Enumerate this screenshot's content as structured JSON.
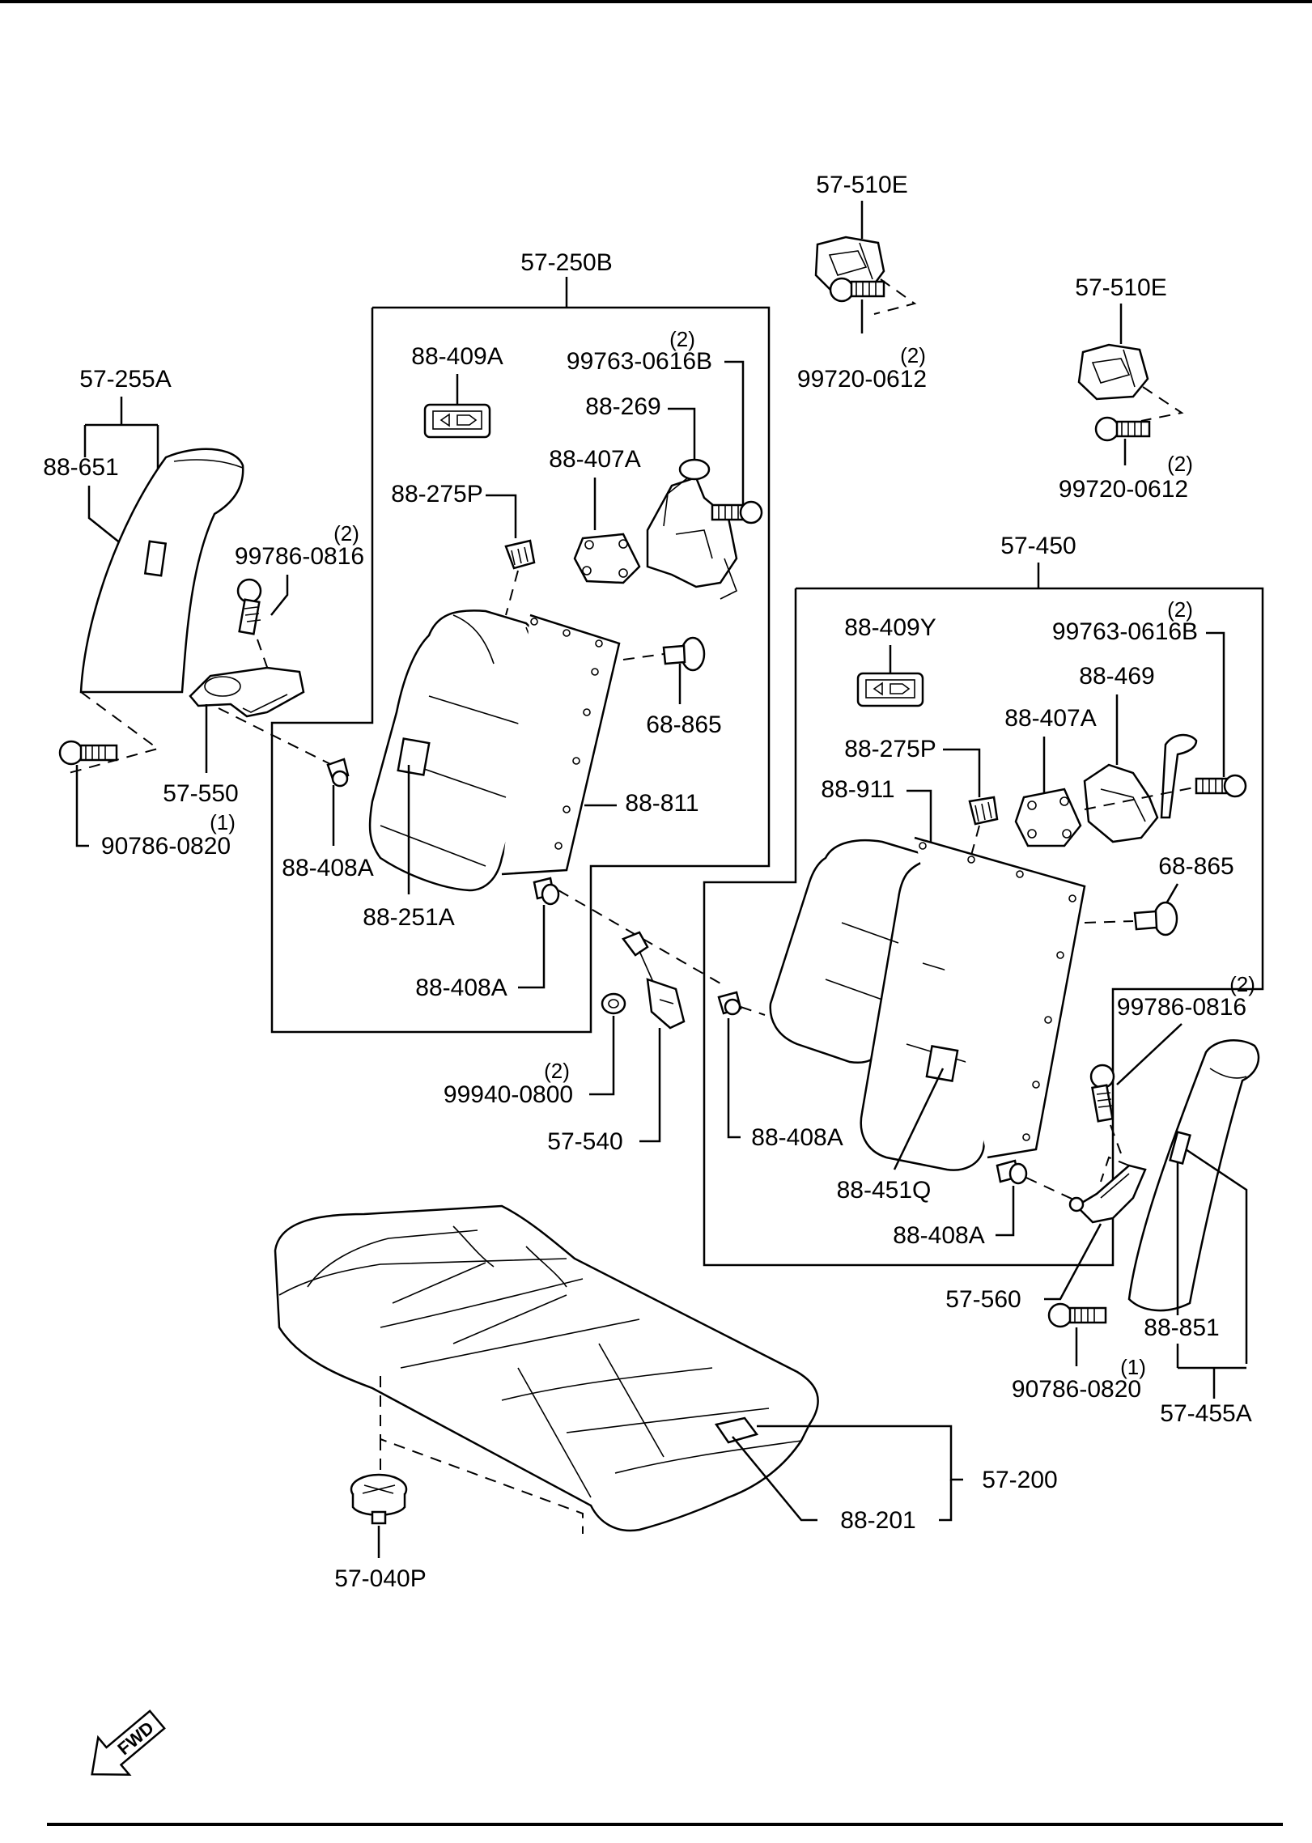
{
  "parts": {
    "p57_250B": "57-250B",
    "p57_450": "57-450",
    "p57_510E_a": "57-510E",
    "p57_510E_b": "57-510E",
    "p99720_0612_a": "99720-0612",
    "p99720_0612_b": "99720-0612",
    "p57_255A": "57-255A",
    "p88_651": "88-651",
    "p99786_0816_a": "99786-0816",
    "p57_550": "57-550",
    "p90786_0820_a": "90786-0820",
    "p88_409A": "88-409A",
    "p99763_0616B_a": "99763-0616B",
    "p88_269": "88-269",
    "p88_407A_a": "88-407A",
    "p88_275P_a": "88-275P",
    "p68_865_a": "68-865",
    "p88_811": "88-811",
    "p88_408A_a": "88-408A",
    "p88_251A": "88-251A",
    "p88_408A_b": "88-408A",
    "p99940_0800": "99940-0800",
    "p57_540": "57-540",
    "p88_409Y": "88-409Y",
    "p99763_0616B_b": "99763-0616B",
    "p88_469": "88-469",
    "p88_407A_b": "88-407A",
    "p88_275P_b": "88-275P",
    "p88_911": "88-911",
    "p68_865_b": "68-865",
    "p99786_0816_b": "99786-0816",
    "p88_408A_c": "88-408A",
    "p88_451Q": "88-451Q",
    "p88_408A_d": "88-408A",
    "p57_560": "57-560",
    "p88_851": "88-851",
    "p90786_0820_b": "90786-0820",
    "p57_455A": "57-455A",
    "p57_200": "57-200",
    "p88_201": "88-201",
    "p57_040P": "57-040P"
  },
  "quantities": {
    "q2": "(2)",
    "q1": "(1)"
  },
  "fwd_label": "FWD",
  "icons": [
    "fwd-arrow-icon",
    "seat-back-icon",
    "seat-cushion-icon",
    "bolt-icon",
    "clip-icon",
    "latch-icon",
    "hinge-bracket-icon",
    "release-button-icon"
  ]
}
